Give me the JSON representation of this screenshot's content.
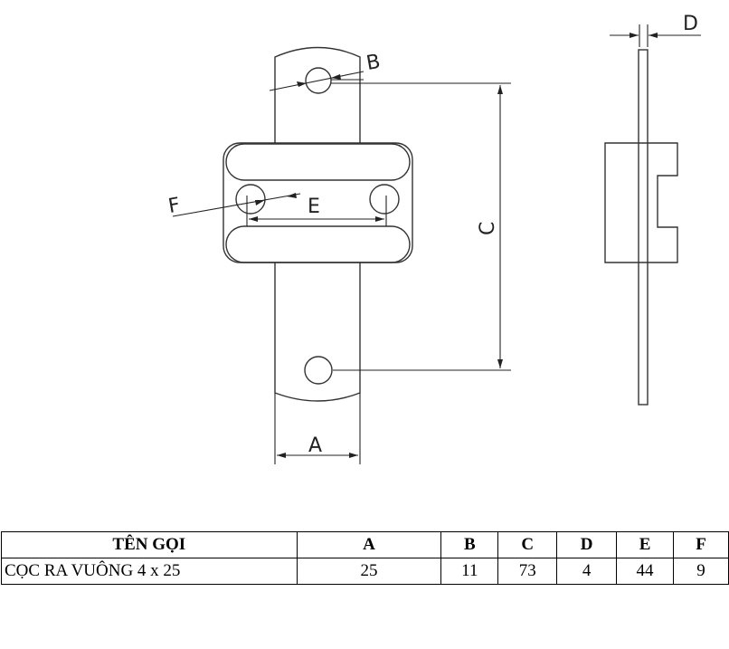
{
  "drawing": {
    "labels": {
      "a": "A",
      "b": "B",
      "c": "C",
      "d": "D",
      "e": "E",
      "f": "F"
    }
  },
  "table": {
    "headers": [
      "TÊN GỌI",
      "A",
      "B",
      "C",
      "D",
      "E",
      "F"
    ],
    "rows": [
      [
        "CỌC RA VUÔNG 4 x 25",
        "25",
        "11",
        "73",
        "4",
        "44",
        "9"
      ]
    ]
  }
}
